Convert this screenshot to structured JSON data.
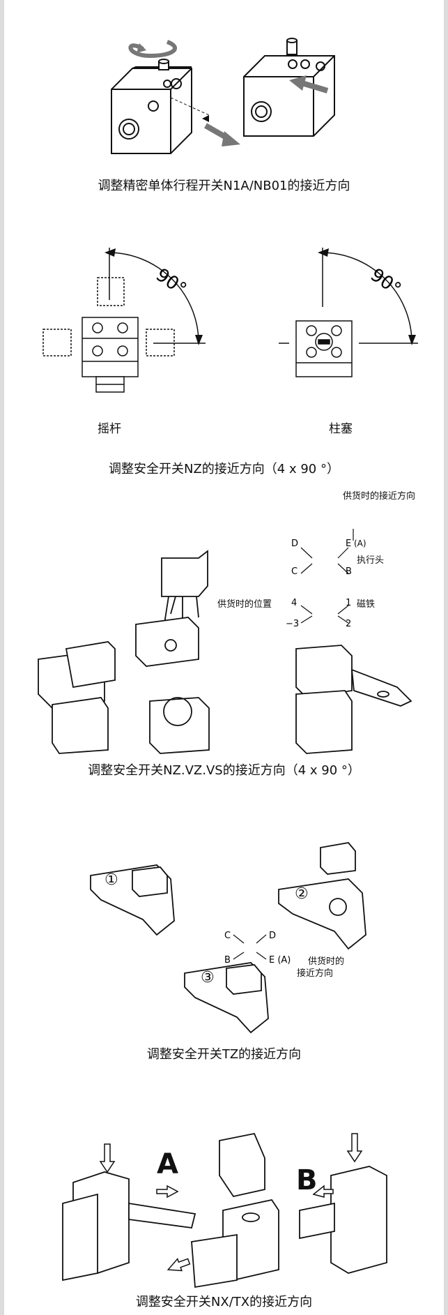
{
  "section1": {
    "caption": "调整精密单体行程开关N1A/NB01的接近方向"
  },
  "section2": {
    "caption": "调整安全开关NZ的接近方向（4 x 90 °）",
    "angle_label": "90°",
    "left_label": "摇杆",
    "right_label": "柱塞"
  },
  "section3": {
    "caption": "调整安全开关NZ.VZ.VS的接近方向（4 x 90 °）",
    "delivery_direction": "供货时的接近方向",
    "delivery_position": "供货时的位置",
    "actuator_head": "执行头",
    "magnet": "磁铁",
    "labels": {
      "D": "D",
      "E": "E",
      "A": "(A)",
      "C": "C",
      "B": "B",
      "n4": "4",
      "n1": "1",
      "n_3": "−3",
      "n2": "2"
    }
  },
  "section4": {
    "caption": "调整安全开关TZ的接近方向",
    "markers": [
      "①",
      "②",
      "③"
    ],
    "labels": {
      "C": "C",
      "D": "D",
      "B": "B",
      "E": "E (A)"
    },
    "delivery_note_line1": "供货时的",
    "delivery_note_line2": "接近方向"
  },
  "section5": {
    "caption": "调整安全开关NX/TX的接近方向",
    "label_a": "A",
    "label_b": "B"
  }
}
